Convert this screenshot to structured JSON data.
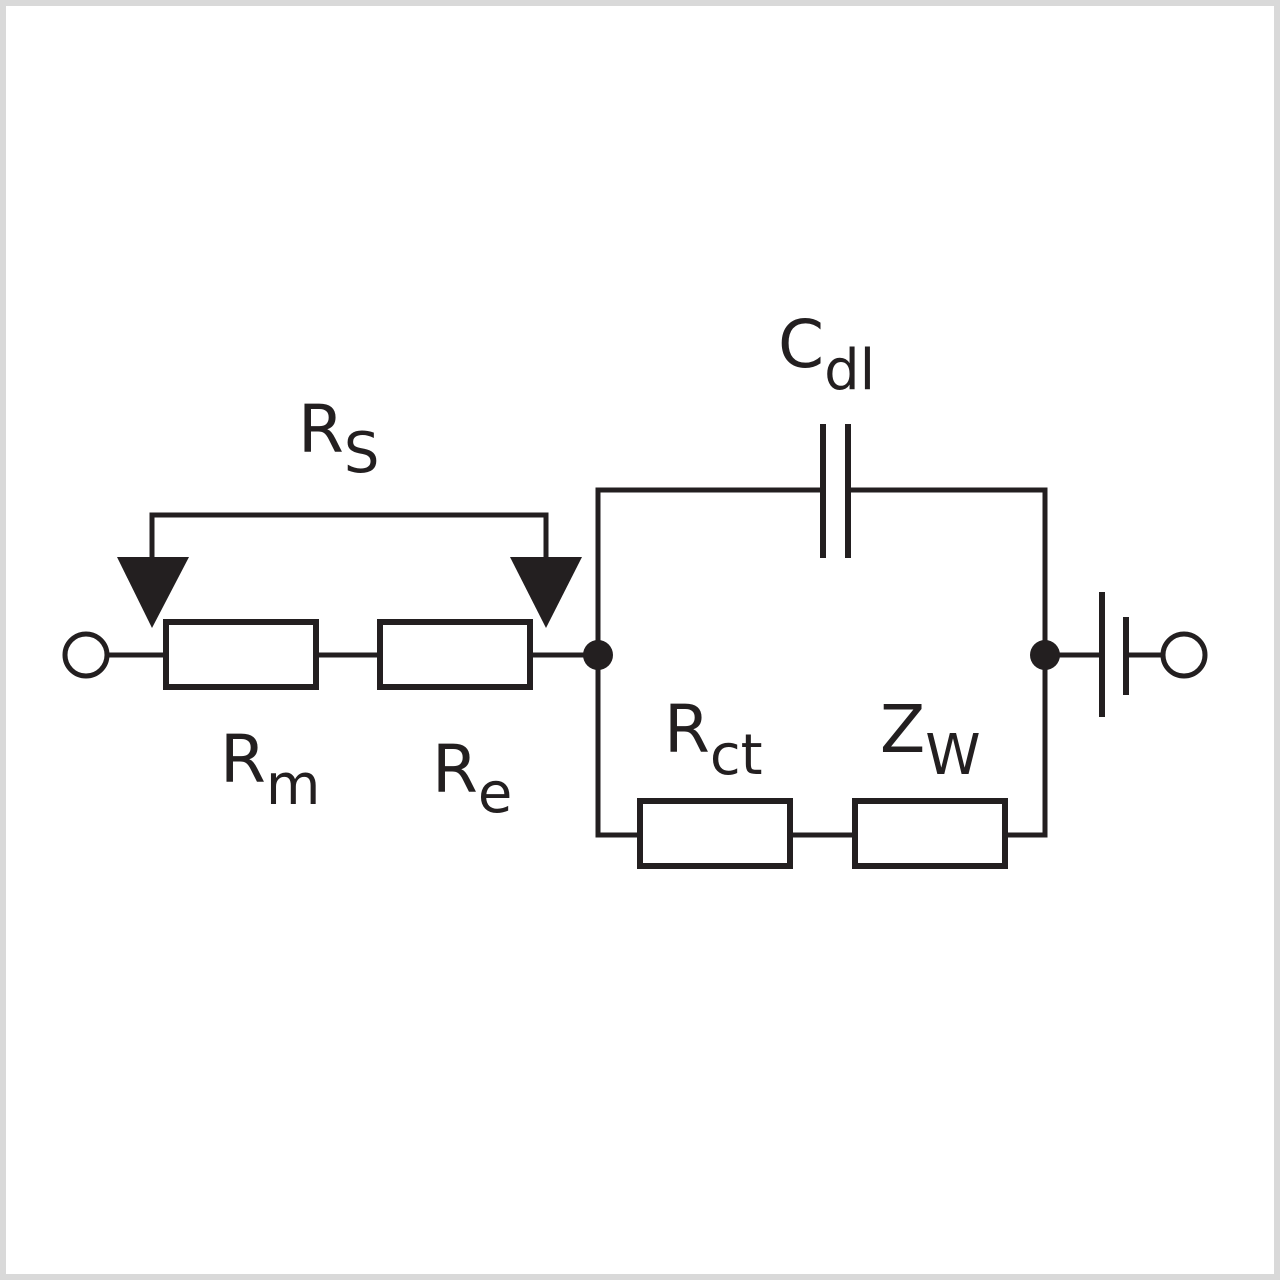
{
  "labels": {
    "rs": {
      "main": "R",
      "sub": "S"
    },
    "rm": {
      "main": "R",
      "sub": "m"
    },
    "re": {
      "main": "R",
      "sub": "e"
    },
    "cdl": {
      "main": "C",
      "sub": "dl"
    },
    "rct": {
      "main": "R",
      "sub": "ct"
    },
    "zw": {
      "main": "Z",
      "sub": "W"
    }
  },
  "colors": {
    "stroke": "#231f20",
    "frame": "#d9d9d9",
    "background": "#ffffff"
  }
}
